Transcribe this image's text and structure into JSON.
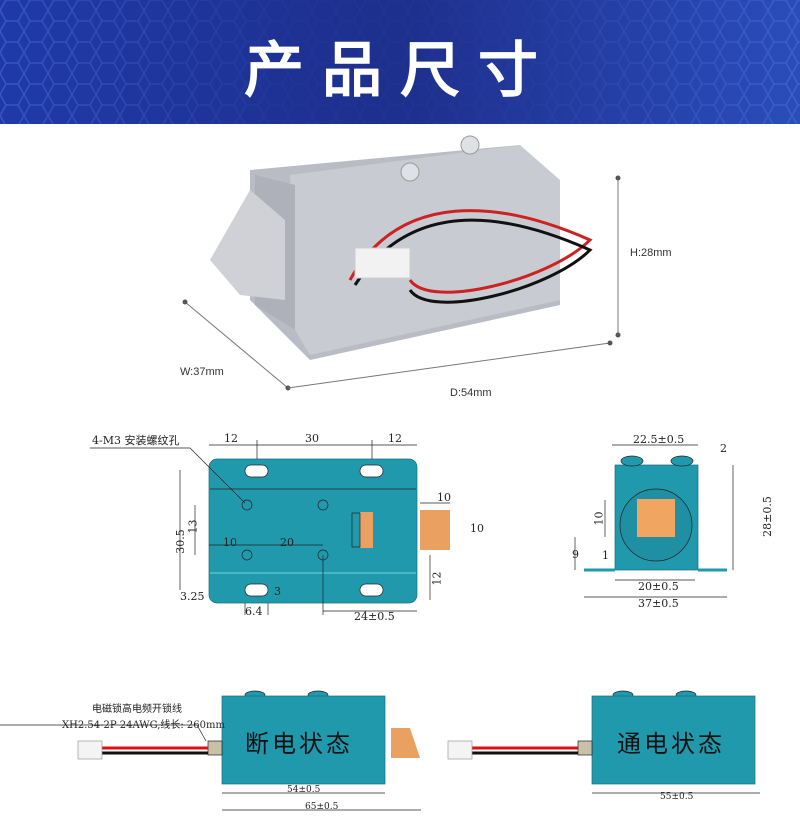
{
  "banner": {
    "title": "产品尺寸"
  },
  "photo": {
    "height_label": "H:28mm",
    "width_label": "W:37mm",
    "depth_label": "D:54mm"
  },
  "top_view": {
    "callout": "4-M3 安装螺纹孔",
    "dims": {
      "d12a": "12",
      "d30": "30",
      "d12b": "12",
      "d10tab": "10",
      "d10tabh": "10",
      "d30_5": "30.5",
      "d13": "13",
      "d10": "10",
      "d20": "20",
      "d12c": "12",
      "d3": "3",
      "d3_25": "3.25",
      "d6_4": "6.4",
      "d24": "24±0.5"
    }
  },
  "front_view": {
    "dims": {
      "w22_5": "22.5±0.5",
      "d2": "2",
      "h28": "28±0.5",
      "d10": "10",
      "d9": "9",
      "d1": "1",
      "w20": "20±0.5",
      "w37": "37±0.5"
    }
  },
  "side_views": {
    "wire_label1": "电磁锁高电频开锁线",
    "wire_label2": "XH2.54-2P 24AWG,线长: 260mm",
    "off_state": "断电状态",
    "on_state": "通电状态",
    "off_len": "54±0.5",
    "off_total": "65±0.5",
    "on_len": "55±0.5"
  }
}
